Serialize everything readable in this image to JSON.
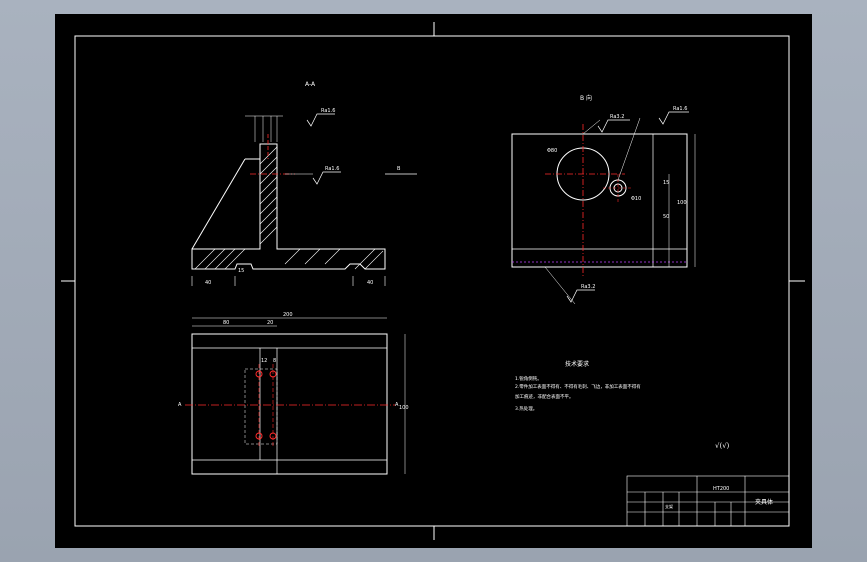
{
  "drawing": {
    "background": "#000000",
    "line_color": "#ffffff",
    "center_line_color": "#ff2a2a",
    "hatch_color": "#ffffff",
    "dim_color": "#ffffff",
    "views": {
      "section_aa": {
        "label": "A-A",
        "dims": [
          "40",
          "15",
          "40"
        ],
        "roughness": [
          "Ra1.6",
          "Ra1.6"
        ]
      },
      "b_view": {
        "label": "B 向",
        "dims": [
          "Φ80",
          "Φ10",
          "15",
          "50",
          "100"
        ],
        "roughness": [
          "Ra3.2",
          "Ra1.6",
          "Ra3.2"
        ],
        "arrow_label": "B"
      },
      "plan_view": {
        "dims": [
          "200",
          "80",
          "20",
          "12",
          "8",
          "100"
        ],
        "section_marks": [
          "A",
          "A"
        ]
      }
    },
    "tech_requirements": {
      "title": "技术要求",
      "items": [
        "1.锐角倒钝。",
        "2.零件加工表面不得有、不得有毛刺、飞边，非加工表面不得有",
        "加工痕迹，非配合表面不平。",
        "3.热处理。"
      ]
    },
    "roughness_note": "√(√)",
    "title_block": {
      "part_name": "支架",
      "material": "HT200",
      "drawing_title": "夹具体"
    }
  }
}
